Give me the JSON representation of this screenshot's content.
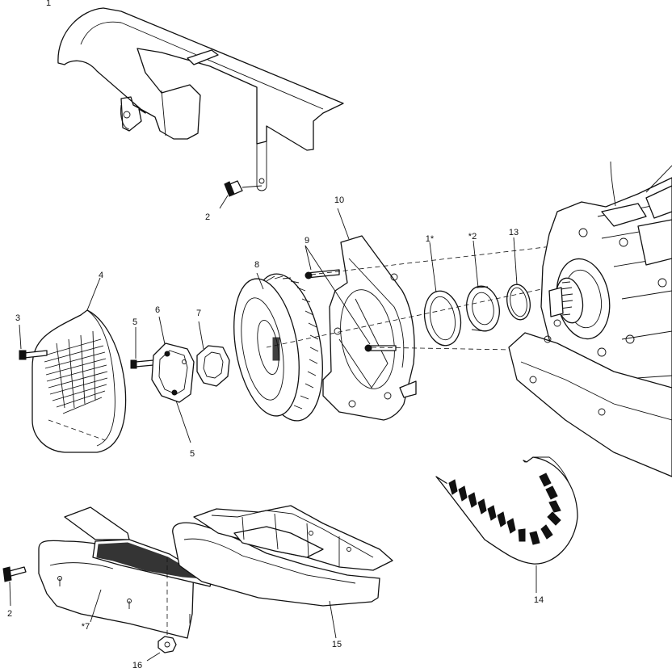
{
  "callouts": [
    {
      "id": "c1",
      "label": "1"
    },
    {
      "id": "c2a",
      "label": "2"
    },
    {
      "id": "c2b",
      "label": "2"
    },
    {
      "id": "c3",
      "label": "3"
    },
    {
      "id": "c4",
      "label": "4"
    },
    {
      "id": "c5a",
      "label": "5"
    },
    {
      "id": "c5b",
      "label": "5"
    },
    {
      "id": "c6",
      "label": "6"
    },
    {
      "id": "c7",
      "label": "7"
    },
    {
      "id": "c8",
      "label": "8"
    },
    {
      "id": "c9",
      "label": "9"
    },
    {
      "id": "c10",
      "label": "10"
    },
    {
      "id": "c11",
      "label": "1*"
    },
    {
      "id": "c12",
      "label": "*2"
    },
    {
      "id": "c13",
      "label": "13"
    },
    {
      "id": "c14",
      "label": "14"
    },
    {
      "id": "c15",
      "label": "15"
    },
    {
      "id": "c16",
      "label": "16"
    },
    {
      "id": "c17",
      "label": "*7"
    }
  ]
}
